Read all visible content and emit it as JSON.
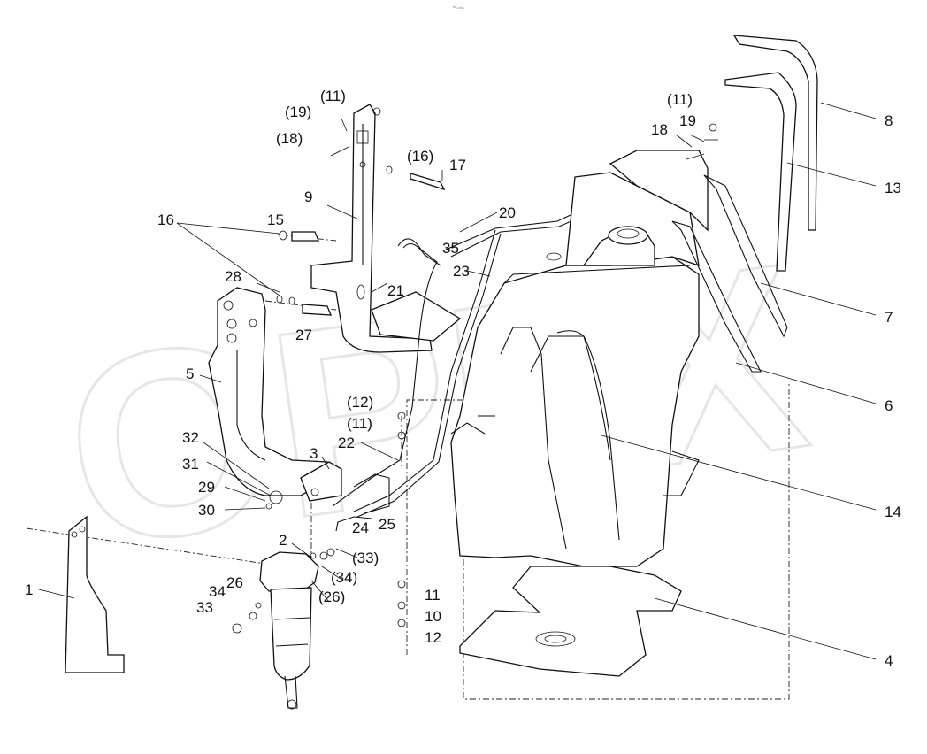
{
  "figure": {
    "corner_mark": "ᵐₚ ₘₘ",
    "watermark": "OPEX"
  },
  "callouts": [
    {
      "id": "c1",
      "text": "1"
    },
    {
      "id": "c2",
      "text": "2"
    },
    {
      "id": "c3",
      "text": "3"
    },
    {
      "id": "c4",
      "text": "4"
    },
    {
      "id": "c5",
      "text": "5"
    },
    {
      "id": "c6",
      "text": "6"
    },
    {
      "id": "c7",
      "text": "7"
    },
    {
      "id": "c8",
      "text": "8"
    },
    {
      "id": "c9",
      "text": "9"
    },
    {
      "id": "c10",
      "text": "10"
    },
    {
      "id": "c11a",
      "text": "(11)"
    },
    {
      "id": "c11b",
      "text": "(11)"
    },
    {
      "id": "c11c",
      "text": "(11)"
    },
    {
      "id": "c11d",
      "text": "11"
    },
    {
      "id": "c12a",
      "text": "(12)"
    },
    {
      "id": "c12b",
      "text": "12"
    },
    {
      "id": "c13",
      "text": "13"
    },
    {
      "id": "c14",
      "text": "14"
    },
    {
      "id": "c15",
      "text": "15"
    },
    {
      "id": "c16a",
      "text": "16"
    },
    {
      "id": "c16b",
      "text": "(16)"
    },
    {
      "id": "c17",
      "text": "17"
    },
    {
      "id": "c18a",
      "text": "(18)"
    },
    {
      "id": "c18b",
      "text": "18"
    },
    {
      "id": "c19a",
      "text": "(19)"
    },
    {
      "id": "c19b",
      "text": "19"
    },
    {
      "id": "c20",
      "text": "20"
    },
    {
      "id": "c21",
      "text": "21"
    },
    {
      "id": "c22",
      "text": "22"
    },
    {
      "id": "c23",
      "text": "23"
    },
    {
      "id": "c24",
      "text": "24"
    },
    {
      "id": "c25",
      "text": "25"
    },
    {
      "id": "c26a",
      "text": "26"
    },
    {
      "id": "c26b",
      "text": "(26)"
    },
    {
      "id": "c27",
      "text": "27"
    },
    {
      "id": "c28",
      "text": "28"
    },
    {
      "id": "c29",
      "text": "29"
    },
    {
      "id": "c30",
      "text": "30"
    },
    {
      "id": "c31",
      "text": "31"
    },
    {
      "id": "c32",
      "text": "32"
    },
    {
      "id": "c33a",
      "text": "(33)"
    },
    {
      "id": "c33b",
      "text": "33"
    },
    {
      "id": "c34a",
      "text": "(34)"
    },
    {
      "id": "c34b",
      "text": "34"
    },
    {
      "id": "c35",
      "text": "35"
    }
  ]
}
